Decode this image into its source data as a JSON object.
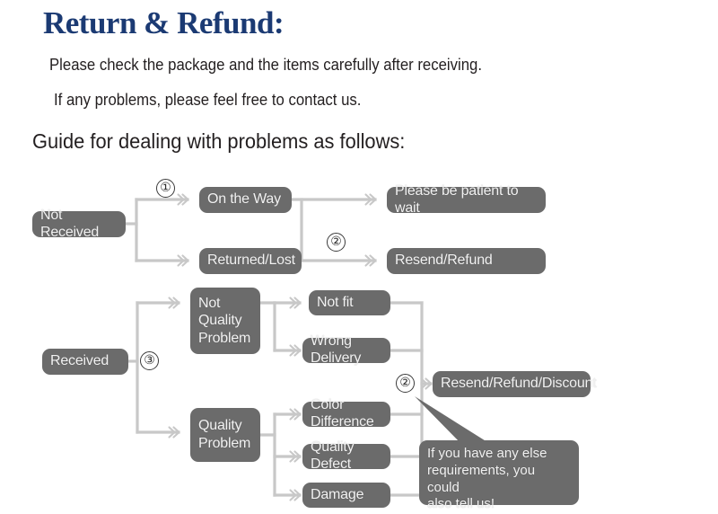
{
  "header": {
    "title": "Return & Refund:",
    "title_color": "#1b3a73",
    "intro_line_1": "Please check the package and the items carefully after receiving.",
    "intro_line_2": "If any problems, please feel free to contact us.",
    "guide_heading": "Guide for dealing with problems as follows:"
  },
  "theme": {
    "node_fill": "#6b6b6b",
    "node_text": "#f2f2f2",
    "wire_color": "#c8c8c8",
    "background": "#ffffff"
  },
  "flowchart": {
    "nodes": {
      "not_received": "Not Received",
      "on_the_way": "On the Way",
      "returned_lost": "Returned/Lost",
      "please_wait": "Please be patient to wait",
      "resend_refund": "Resend/Refund",
      "received": "Received",
      "not_quality_problem": "Not\nQuality\nProblem",
      "quality_problem": "Quality\nProblem",
      "not_fit": "Not fit",
      "wrong_delivery": "Wrong Delivery",
      "color_difference": "Color Difference",
      "quality_defect": "Quality Defect",
      "damage": "Damage",
      "resend_refund_discount": "Resend/Refund/Discount"
    },
    "step_numbers": {
      "one_top": "①",
      "two_top": "②",
      "three_received": "③",
      "two_bottom": "②"
    },
    "callout": "If you have any else\nrequirements, you could\nalso tell us!"
  }
}
